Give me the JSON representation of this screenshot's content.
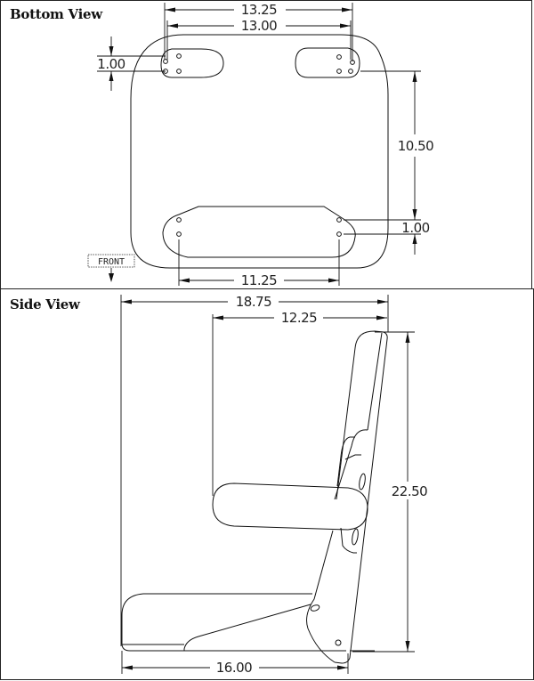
{
  "bottom_view": {
    "title": "Bottom View",
    "dimensions": {
      "overall_width_outer": "13.25",
      "overall_width_inner": "13.00",
      "rear_pad_height": "1.00",
      "rear_to_front_spacing": "10.50",
      "front_pad_hole_spacing": "1.00",
      "front_pad_width": "11.25"
    },
    "front_label": "FRONT"
  },
  "side_view": {
    "title": "Side View",
    "dimensions": {
      "overall_depth": "18.75",
      "armrest_depth": "12.25",
      "overall_height": "22.50",
      "base_depth": "16.00"
    }
  }
}
